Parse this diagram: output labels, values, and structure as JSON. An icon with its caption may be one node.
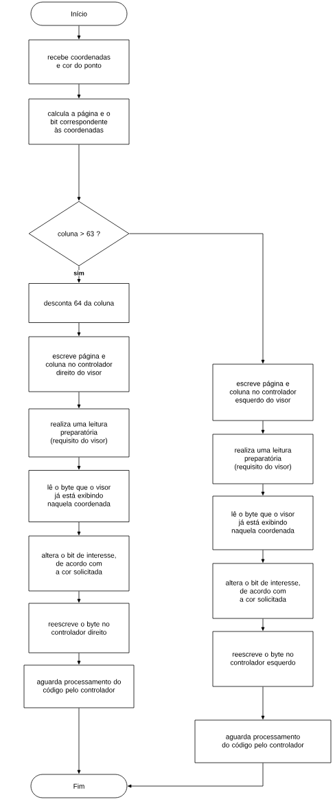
{
  "diagram": {
    "nodes": [
      {
        "text": [
          "Início"
        ]
      },
      {
        "text": [
          "recebe coordenadas e cor do ponto"
        ]
      },
      {
        "text": [
          "calcula a página e o bit correspondente às coordenadas"
        ]
      },
      {
        "text": [
          "coluna > 63 ?"
        ]
      },
      {
        "text": [
          "desconta 64 da coluna"
        ]
      },
      {
        "text": [
          "escreve página e coluna no controlador direito do visor"
        ]
      },
      {
        "text": [
          "realiza uma leitura preparatória (requisito do visor)"
        ]
      },
      {
        "text": [
          "lê o byte que o visor já está exibindo naquela coordenada"
        ]
      },
      {
        "text": [
          "altera o bit de interesse, de acordo com a cor solicitada"
        ]
      },
      {
        "text": [
          "reescreve o byte no controlador direito"
        ]
      },
      {
        "text": [
          "aguarda processamento do código pelo controlador"
        ]
      },
      {
        "text": [
          "Fim"
        ]
      },
      {
        "text": [
          "escreve página e coluna no controlador esquerdo do visor"
        ]
      },
      {
        "text": [
          "realiza uma leitura preparatória (requisito do visor)"
        ]
      },
      {
        "text": [
          "lê o byte que o visor já está exibindo naquela coordenada"
        ]
      },
      {
        "text": [
          "altera o bit de interesse, de acordo com a cor solicitada"
        ]
      },
      {
        "text": [
          "reescreve o byte no controlador esquerdo"
        ]
      },
      {
        "text": [
          "aguarda processamento do código pelo controlador"
        ]
      }
    ],
    "edges": [
      {
        "from": 0,
        "to": 1,
        "arrow": "to"
      },
      {
        "from": 1,
        "to": 2,
        "arrow": "to"
      },
      {
        "from": 2,
        "to": 3,
        "arrow": "to"
      },
      {
        "from": 3,
        "to": 4,
        "arrow": "to",
        "label": "sim"
      },
      {
        "from": 4,
        "to": 5,
        "arrow": "to"
      },
      {
        "from": 5,
        "to": 6,
        "arrow": "to"
      },
      {
        "from": 6,
        "to": 7,
        "arrow": "to"
      },
      {
        "from": 7,
        "to": 8,
        "arrow": "to"
      },
      {
        "from": 8,
        "to": 9,
        "arrow": "to"
      },
      {
        "from": 9,
        "to": 10,
        "arrow": "to"
      },
      {
        "from": 10,
        "to": 11,
        "arrow": "to"
      },
      {
        "from": 3,
        "to": 12,
        "arrow": "to"
      },
      {
        "from": 12,
        "to": 13,
        "arrow": "to"
      },
      {
        "from": 13,
        "to": 14,
        "arrow": "to"
      },
      {
        "from": 14,
        "to": 15,
        "arrow": "to"
      },
      {
        "from": 15,
        "to": 16,
        "arrow": "to"
      },
      {
        "from": 16,
        "to": 17,
        "arrow": "to"
      },
      {
        "from": 17,
        "to": 11,
        "arrow": "to"
      }
    ]
  }
}
